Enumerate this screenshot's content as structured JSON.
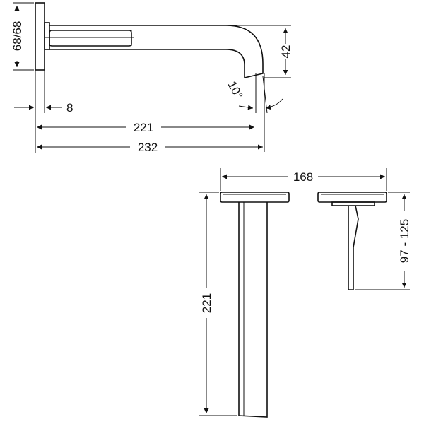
{
  "dimensions": {
    "rosette": "68/68",
    "rosette_depth": "8",
    "spout_length": "221",
    "total_length": "232",
    "spout_drop": "42",
    "spout_angle": "10°",
    "plate_width": "168",
    "spout_body_depth": "221",
    "handle_range": "97 - 125"
  },
  "colors": {
    "line": "#111111",
    "background": "#ffffff"
  }
}
